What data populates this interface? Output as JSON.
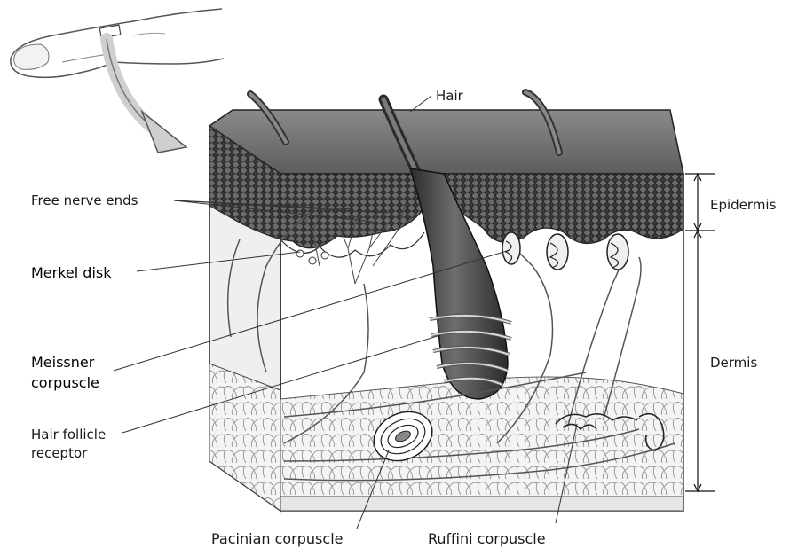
{
  "labels": {
    "hair": "Hair",
    "free_nerve_ends": "Free nerve ends",
    "merkel_disk": "Merkel disk",
    "meissner_line1": "Meissner",
    "meissner_line2": "corpuscle",
    "hair_follicle_line1": "Hair follicle",
    "hair_follicle_line2": "receptor",
    "pacinian": "Pacinian corpuscle",
    "ruffini": "Ruffini corpuscle",
    "epidermis": "Epidermis",
    "dermis": "Dermis"
  }
}
